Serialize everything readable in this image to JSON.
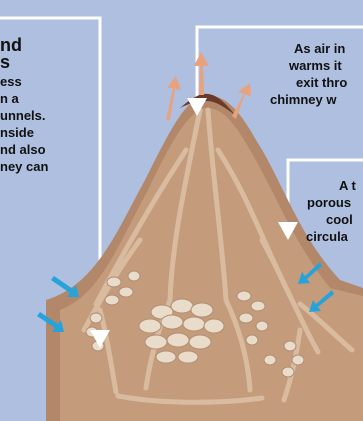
{
  "left_callout": {
    "title_lines": [
      "nd",
      "s"
    ],
    "body_lines": [
      "ess",
      "n a",
      "unnels.",
      "nside",
      "nd also",
      "ney can"
    ]
  },
  "right_callout_top": {
    "lines": [
      "As air in",
      "warms it",
      "exit thro",
      "chimney w"
    ]
  },
  "right_callout_bottom": {
    "lines": [
      "A t",
      "porous",
      "cool",
      "circula"
    ]
  },
  "colors": {
    "background": "#aebfe0",
    "mound_outer": "#b3886a",
    "mound_inner": "#c9a282",
    "tunnels": "#cfae91",
    "chambers": "#eadccb",
    "cool_air_arrows": "#27a3dc",
    "warm_air_arrows": "#e8a27e",
    "callout_lines": "#ffffff"
  }
}
